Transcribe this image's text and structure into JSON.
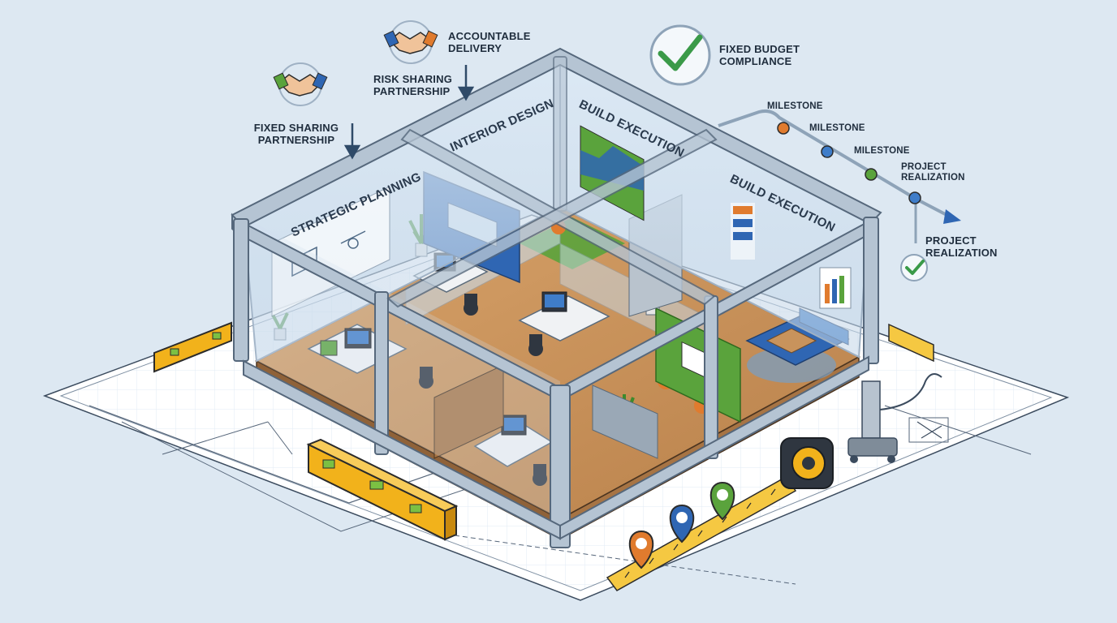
{
  "labels": {
    "accountable_delivery": [
      "ACCOUNTABLE",
      "DELIVERY"
    ],
    "risk_sharing": [
      "RISK SHARING",
      "PARTNERSHIP"
    ],
    "fixed_sharing": [
      "FIXED SHARING",
      "PARTNERSHIP"
    ],
    "fixed_budget": [
      "FIXED BUDGET",
      "COMPLIANCE"
    ]
  },
  "timeline": {
    "milestones": [
      "MILESTONE",
      "MILESTONE",
      "MILESTONE"
    ],
    "project_realization_1": [
      "PROJECT",
      "REALIZATION"
    ],
    "project_realization_2": [
      "PROJECT",
      "REALIZATION"
    ]
  },
  "walls": {
    "strategic_planning": "STRATEGIC PLANNING",
    "interior_design": "INTERIOR DESIGN",
    "build_execution_1": "BUILD EXECUTION",
    "build_execution_2": "BUILD EXECUTION"
  },
  "colors": {
    "background": "#dde8f2",
    "frame": "#9fb1c4",
    "glass": "#c9dcec",
    "floor": "#c8935c",
    "accent_blue": "#2f66b3",
    "accent_green": "#5aa33c",
    "accent_orange": "#e07b2e",
    "level_yellow": "#f2b21b",
    "check_green": "#3a9a48"
  },
  "icons": [
    "handshake-icon",
    "check-circle-icon",
    "down-arrow-icon",
    "map-pin-icon",
    "spirit-level-icon",
    "tape-measure-icon",
    "milestone-dot-icon"
  ]
}
